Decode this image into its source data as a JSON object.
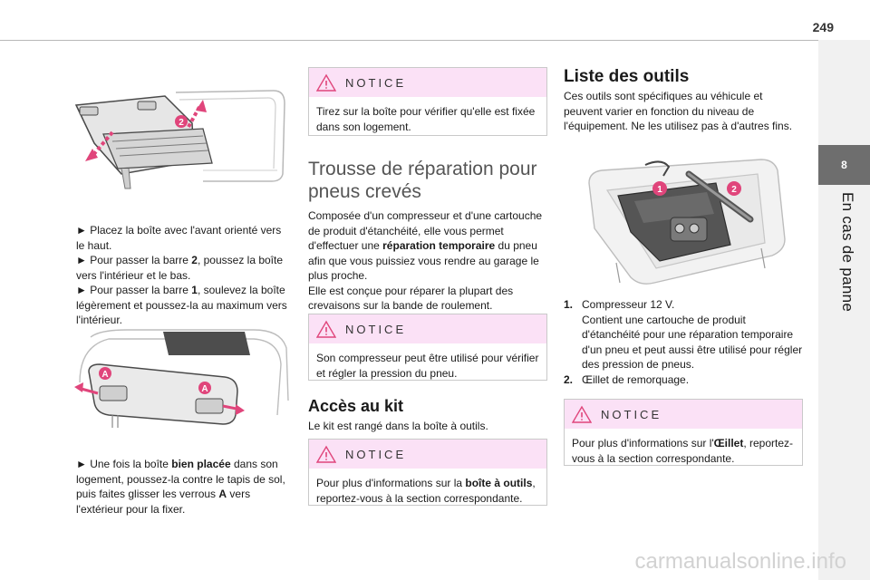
{
  "page": {
    "number": "249"
  },
  "chapter": {
    "number": "8",
    "title": "En cas de panne"
  },
  "col1": {
    "illus1_badge": "2",
    "para1": {
      "l1": "► Placez la boîte avec l'avant orienté vers le haut.",
      "l2a": "► Pour passer la barre ",
      "l2b": "2",
      "l2c": ", poussez la boîte vers l'intérieur et le bas.",
      "l3a": "► Pour passer la barre ",
      "l3b": "1",
      "l3c": ", soulevez la boîte légèrement et poussez-la au maximum vers l'intérieur."
    },
    "illus2_badge_left": "A",
    "illus2_badge_right": "A",
    "para2": {
      "a": "► Une fois la boîte ",
      "b": "bien placée",
      "c": " dans son logement, poussez-la contre le tapis de sol, puis faites glisser les verrous ",
      "d": "A",
      "e": " vers l'extérieur pour la fixer."
    }
  },
  "col2": {
    "notice1": {
      "label": "NOTICE",
      "text": "Tirez sur la boîte pour vérifier qu'elle est fixée dans son logement."
    },
    "heading1": "Trousse de réparation pour pneus crevés",
    "para1": {
      "a": "Composée d'un compresseur et d'une cartouche de produit d'étanchéité, elle vous permet d'effectuer une ",
      "b": "réparation temporaire",
      "c": " du pneu afin que vous puissiez vous rendre au garage le plus proche.",
      "d": "Elle est conçue pour réparer la plupart des crevaisons sur la bande de roulement."
    },
    "notice2": {
      "label": "NOTICE",
      "text": "Son compresseur peut être utilisé pour vérifier et régler la pression du pneu."
    },
    "heading2": "Accès au kit",
    "para2": "Le kit est rangé dans la boîte à outils.",
    "notice3": {
      "label": "NOTICE",
      "text_a": "Pour plus d'informations sur la ",
      "text_b": "boîte à outils",
      "text_c": ", reportez-vous à la section correspondante."
    }
  },
  "col3": {
    "heading": "Liste des outils",
    "intro": "Ces outils sont spécifiques au véhicule et peuvent varier en fonction du niveau de l'équipement. Ne les utilisez pas à d'autres fins.",
    "illus_badge1": "1",
    "illus_badge2": "2",
    "items": [
      {
        "num": "1.",
        "title": "Compresseur 12 V.",
        "desc": "Contient une cartouche de produit d'étanchéité pour une réparation temporaire d'un pneu et peut aussi être utilisé pour régler des pression de pneus."
      },
      {
        "num": "2.",
        "title": "Œillet de remorquage."
      }
    ],
    "notice": {
      "label": "NOTICE",
      "text_a": "Pour plus d'informations sur l'",
      "text_b": "Œillet",
      "text_c": ", reportez-vous à la section correspondante."
    }
  },
  "watermark": "carmanualsonline.info",
  "colors": {
    "badge": "#e0457b",
    "notice_head": "#fbe1f6",
    "arrow": "#e0457b"
  }
}
